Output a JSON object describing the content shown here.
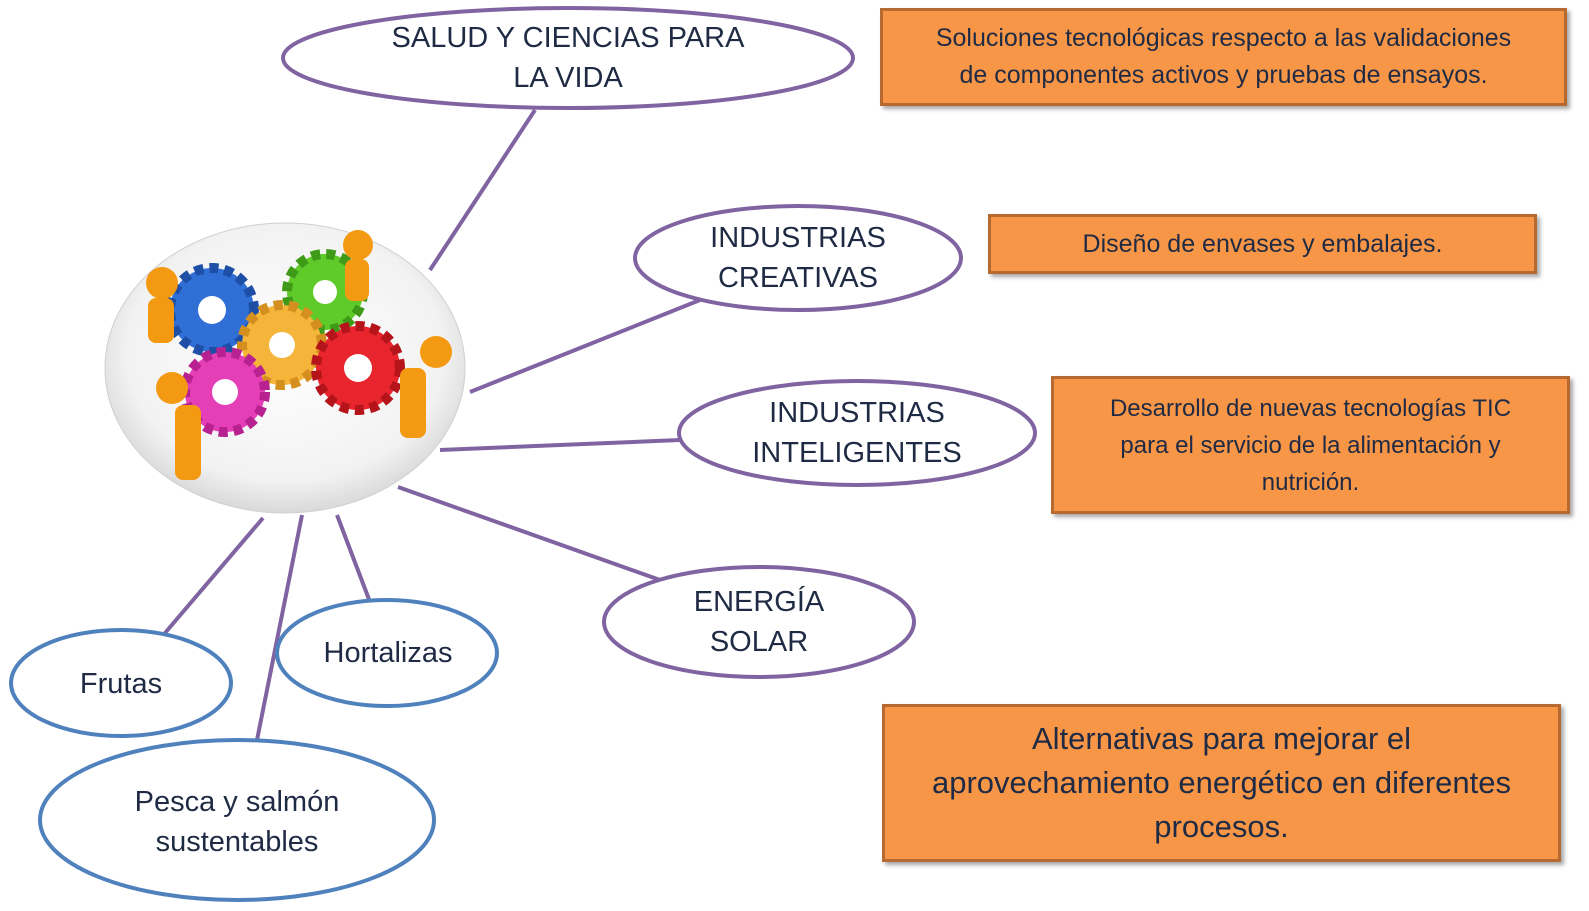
{
  "nodes": {
    "salud": "SALUD Y CIENCIAS PARA\nLA VIDA",
    "creativas": "INDUSTRIAS\nCREATIVAS",
    "inteligentes": "INDUSTRIAS\nINTELIGENTES",
    "energia": "ENERGÍA\nSOLAR",
    "frutas": "Frutas",
    "hortalizas": "Hortalizas",
    "pesca": "Pesca y salmón\nsustentables"
  },
  "boxes": {
    "salud": "Soluciones tecnológicas  respecto a las validaciones\nde componentes activos y pruebas de ensayos.",
    "creativas": "Diseño de envases y embalajes.",
    "inteligentes": "Desarrollo de nuevas tecnologías TIC\npara el servicio de la alimentación y\nnutrición.",
    "energia": "Alternativas para mejorar el\naprovechamiento energético en diferentes\nprocesos."
  },
  "colors": {
    "purple_line": "#8064a2",
    "blue_outline": "#4f81bd",
    "box_fill": "#f79646",
    "box_border": "#b66a31"
  }
}
